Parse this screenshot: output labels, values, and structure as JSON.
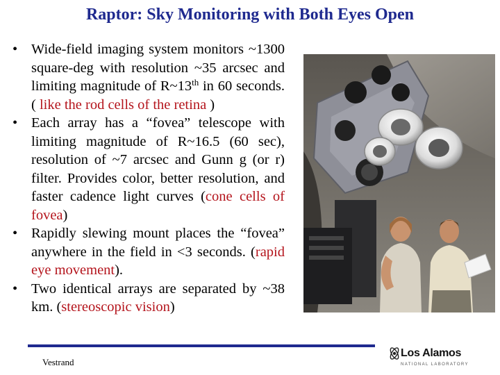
{
  "slide": {
    "title": "Raptor:  Sky Monitoring with Both Eyes Open",
    "footer_author": "Vestrand"
  },
  "bullets": [
    {
      "marker": "•",
      "t1": "Wide-field imaging system  monitors ~1300 square-deg with resolution ~35 arcsec and limiting magnitude of R~13",
      "sup": "th",
      "t2": " in 60 seconds.  ( ",
      "red": "like the rod cells of the retina",
      "t3": " )"
    },
    {
      "marker": "•",
      "t1": "Each array has a  “fovea”  telescope with limiting magnitude of  R~16.5 (60 sec),  resolution of ~7 arcsec and Gunn g (or r) filter. Provides color, better resolution, and faster cadence light curves (",
      "red": "cone cells of  fovea",
      "t2": ")"
    },
    {
      "marker": "•",
      "t1": "Rapidly slewing mount places the “fovea” anywhere in the field in <3 seconds. (",
      "red": "rapid eye movement",
      "t2": ")."
    },
    {
      "marker": "•",
      "t1": "Two identical arrays are separated by ~38 km. (",
      "red": "stereoscopic vision",
      "t2": ")"
    }
  ],
  "logo": {
    "name": "Los Alamos",
    "subtitle": "NATIONAL LABORATORY"
  },
  "colors": {
    "title": "#1f2a8f",
    "highlight": "#b4141c",
    "rule": "#1f2a8f"
  }
}
